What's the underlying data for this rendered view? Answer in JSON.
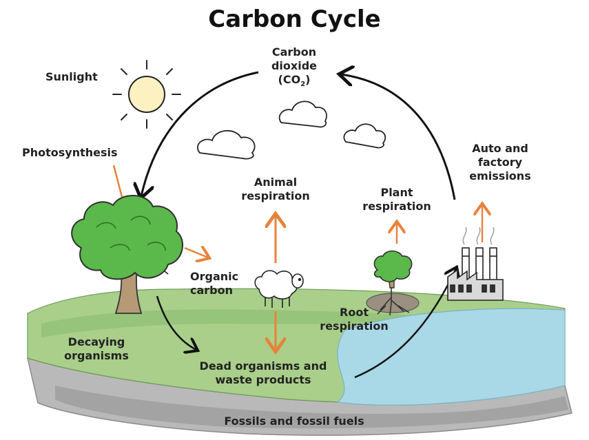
{
  "title": "Carbon Cycle",
  "labels": {
    "sunlight": "Sunlight",
    "co2_line1": "Carbon",
    "co2_line2": "dioxide",
    "co2_formula_open": "(CO",
    "co2_formula_sub": "2",
    "co2_formula_close": ")",
    "photosynthesis": "Photosynthesis",
    "animal_resp_line1": "Animal",
    "animal_resp_line2": "respiration",
    "plant_resp_line1": "Plant",
    "plant_resp_line2": "respiration",
    "auto_line1": "Auto and",
    "auto_line2": "factory",
    "auto_line3": "emissions",
    "organic_line1": "Organic",
    "organic_line2": "carbon",
    "root_line1": "Root",
    "root_line2": "respiration",
    "decaying_line1": "Decaying",
    "decaying_line2": "organisms",
    "dead_line1": "Dead organisms and",
    "dead_line2": "waste products",
    "fossils": "Fossils and fossil fuels"
  },
  "colors": {
    "ground_green": "#a9cf8a",
    "ground_dark": "#8fbf73",
    "water": "#a9d8e6",
    "rock": "#b9b9b9",
    "tree_leaf": "#5bb84a",
    "trunk": "#b59a75",
    "orange_arrow": "#e8823a",
    "black_arrow": "#111111",
    "sun": "#fdf1c2"
  },
  "icons": [
    "sun-icon",
    "cloud-icon",
    "tree-icon",
    "sheep-icon",
    "small-tree-icon",
    "factory-icon"
  ]
}
